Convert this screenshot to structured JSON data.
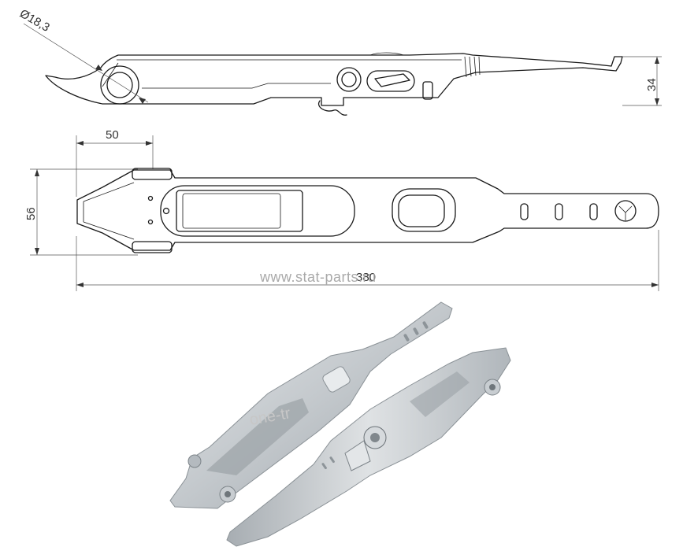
{
  "dimensions": {
    "diameter": "Ø18,3",
    "height": "34",
    "width_short": "50",
    "height_top_view": "56",
    "total_length": "380"
  },
  "watermarks": {
    "site": "www.stat-parts.ru",
    "partial": "one-tr"
  },
  "colors": {
    "line": "#1a1a1a",
    "metal_light": "#d9dde0",
    "metal_mid": "#b7bcc1",
    "metal_dark": "#8f969d",
    "background": "#ffffff"
  }
}
